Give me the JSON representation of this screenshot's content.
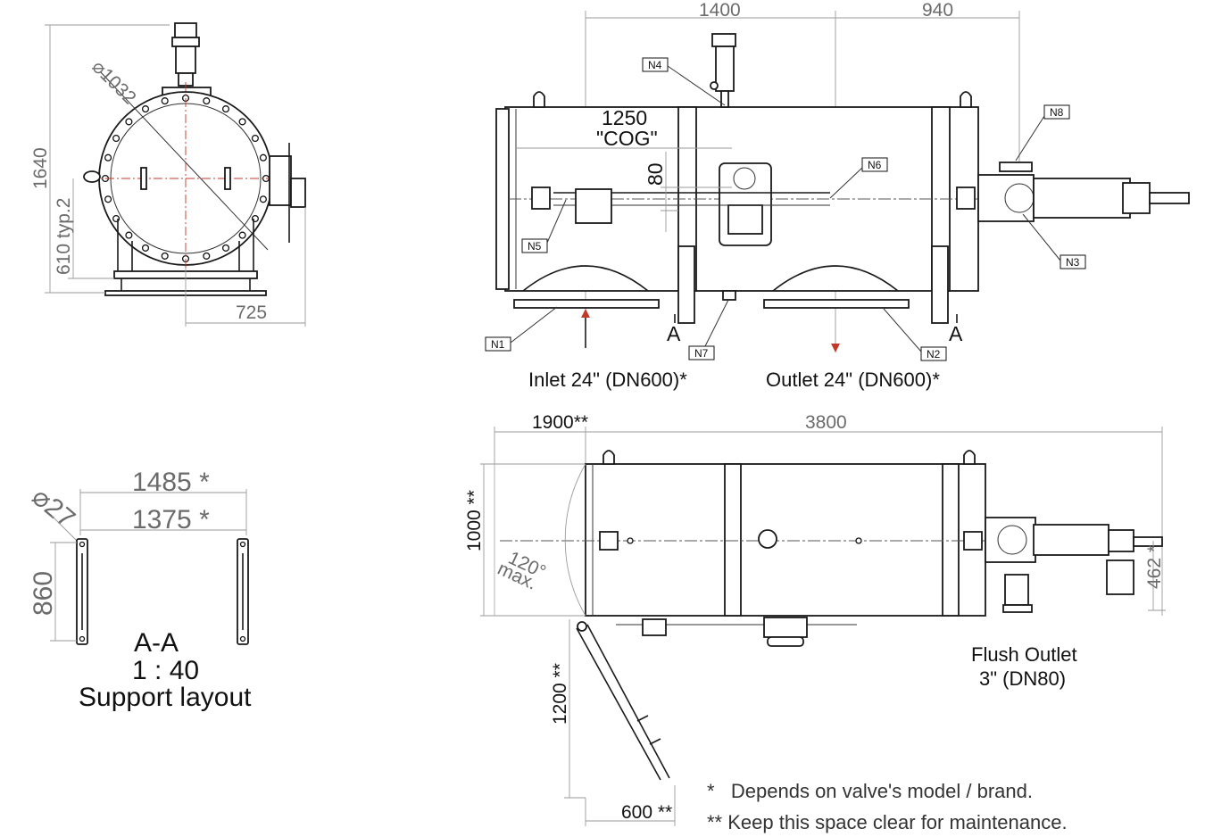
{
  "front_view": {
    "height": "1640",
    "diameter": "⌀1032",
    "leg_spacing": "610 typ.2",
    "half_width": "725"
  },
  "side_view": {
    "dim_left": "1400",
    "dim_right": "940",
    "cog_value": "1250",
    "cog_label": "\"COG\"",
    "dim_80": "80",
    "section_mark": "A",
    "inlet": "Inlet 24\" (DN600)*",
    "outlet": "Outlet 24\" (DN600)*",
    "nozzles": [
      "N1",
      "N2",
      "N3",
      "N4",
      "N5",
      "N6",
      "N7",
      "N8"
    ]
  },
  "support_layout": {
    "dim_outer": "1485 *",
    "dim_inner": "1375 *",
    "hole": "⌀27",
    "depth": "860",
    "section_name": "A-A",
    "scale": "1 : 40",
    "caption": "Support layout"
  },
  "top_view": {
    "clearance_left": "1900**",
    "length": "3800",
    "width_clear": "1000 **",
    "angle": "120°",
    "angle_note": "max.",
    "lever_clear": "1200 **",
    "bottom_clear": "600 **",
    "outlet_height": "462 *",
    "flush_outlet_1": "Flush Outlet",
    "flush_outlet_2": "3\" (DN80)"
  },
  "notes": {
    "note1": "*   Depends on valve's model / brand.",
    "note2": "** Keep this space clear for maintenance."
  }
}
